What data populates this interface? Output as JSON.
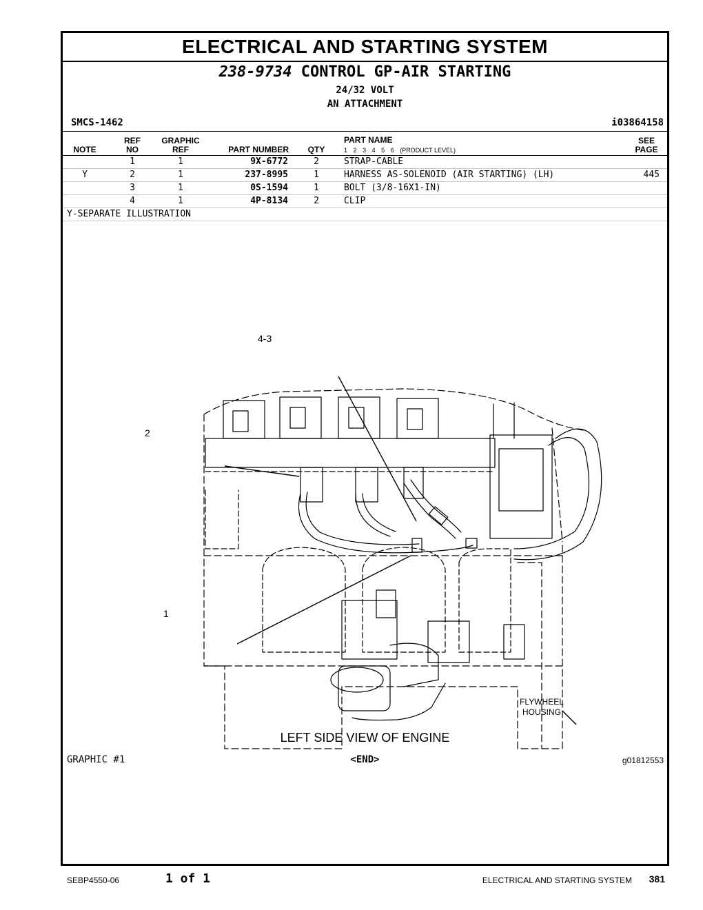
{
  "section_title": "ELECTRICAL AND STARTING SYSTEM",
  "group": {
    "part_number": "238-9734",
    "name": "CONTROL GP-AIR STARTING",
    "line1": "24/32 VOLT",
    "line2": "AN ATTACHMENT"
  },
  "smcs": "SMCS-1462",
  "info_number": "i03864158",
  "headers": {
    "note": "NOTE",
    "ref_top": "REF",
    "ref_bottom": "NO",
    "graphic_top": "GRAPHIC",
    "graphic_bottom": "REF",
    "part_number": "PART NUMBER",
    "qty": "QTY",
    "part_name": "PART NAME",
    "product_levels": [
      "1",
      "2",
      "3",
      "4",
      "5",
      "6"
    ],
    "product_level_label": "(PRODUCT LEVEL)",
    "see_top": "SEE",
    "see_bottom": "PAGE"
  },
  "rows": [
    {
      "note": "",
      "ref": "1",
      "graphic": "1",
      "part_number": "9X-6772",
      "qty": "2",
      "name": "STRAP-CABLE",
      "see": ""
    },
    {
      "note": "Y",
      "ref": "2",
      "graphic": "1",
      "part_number": "237-8995",
      "qty": "1",
      "name": "HARNESS AS-SOLENOID (AIR STARTING) (LH)",
      "see": "445"
    },
    {
      "note": "",
      "ref": "3",
      "graphic": "1",
      "part_number": "0S-1594",
      "qty": "1",
      "name": "BOLT (3/8-16X1-IN)",
      "see": ""
    },
    {
      "note": "",
      "ref": "4",
      "graphic": "1",
      "part_number": "4P-8134",
      "qty": "2",
      "name": "CLIP",
      "see": ""
    }
  ],
  "note_text": "Y-SEPARATE ILLUSTRATION",
  "illustration": {
    "callouts": [
      "4-3",
      "2",
      "1"
    ],
    "flywheel_label_1": "FLYWHEEL",
    "flywheel_label_2": "HOUSING",
    "caption": "LEFT SIDE VIEW OF ENGINE"
  },
  "graphic_label": "GRAPHIC #1",
  "end_label": "<END>",
  "graphic_id": "g01812553",
  "footer": {
    "doc_id": "SEBP4550-06",
    "page_of": "1 of 1",
    "section": "ELECTRICAL AND STARTING SYSTEM",
    "page_number": "381"
  }
}
